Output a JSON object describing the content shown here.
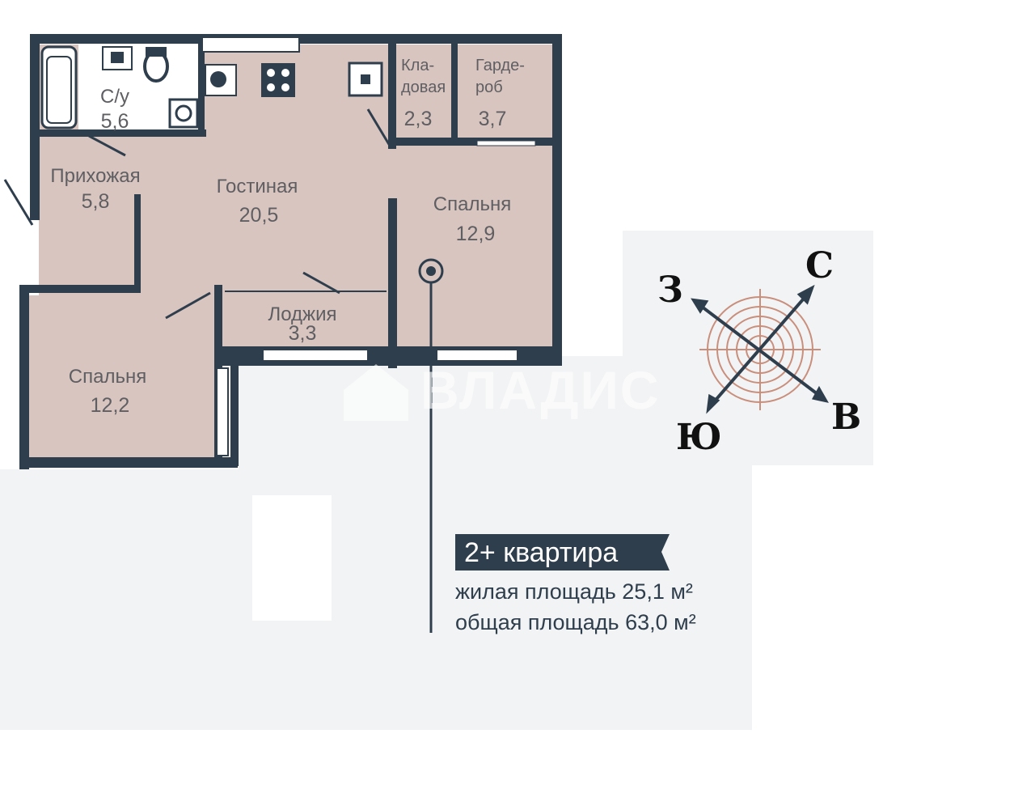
{
  "rooms": {
    "bathroom": {
      "label": "С/у",
      "area": "5,6"
    },
    "hallway": {
      "label": "Прихожая",
      "area": "5,8"
    },
    "living": {
      "label": "Гостиная",
      "area": "20,5"
    },
    "storage": {
      "label_line1": "Кла-",
      "label_line2": "довая",
      "area": "2,3"
    },
    "wardrobe": {
      "label_line1": "Гарде-",
      "label_line2": "роб",
      "area": "3,7"
    },
    "bedroom_right": {
      "label": "Спальня",
      "area": "12,9"
    },
    "loggia": {
      "label": "Лоджия",
      "area": "3,3"
    },
    "bedroom_left": {
      "label": "Спальня",
      "area": "12,2"
    }
  },
  "compass": {
    "north": "С",
    "west": "З",
    "east": "В",
    "south": "Ю"
  },
  "info": {
    "title": "2+ квартира",
    "living_area": "жилая площадь 25,1 м²",
    "total_area": "общая площадь 63,0 м²"
  },
  "watermark": "ВЛАДИС",
  "colors": {
    "wall": "#2f3e4c",
    "floor": "#d9c5bf",
    "background_panel": "#f2f3f4",
    "compass_rings": "#c98f7d"
  }
}
